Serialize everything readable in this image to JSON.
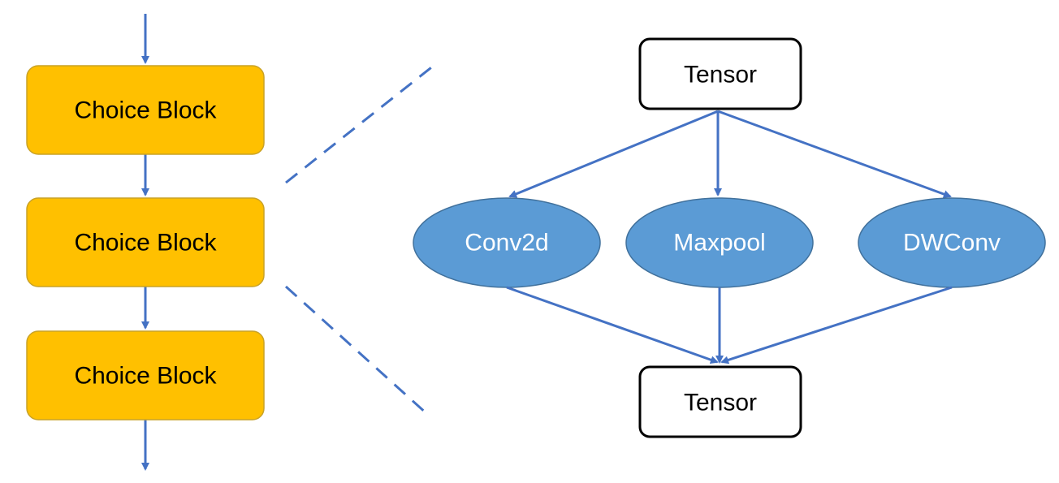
{
  "colors": {
    "choice_block_fill": "#ffc000",
    "choice_block_border": "#c9a227",
    "operation_fill": "#5b9bd5",
    "operation_border": "#41719c",
    "tensor_border": "#000000",
    "arrow": "#4472c4"
  },
  "left_stack": {
    "blocks": [
      {
        "label": "Choice Block"
      },
      {
        "label": "Choice Block"
      },
      {
        "label": "Choice Block"
      }
    ]
  },
  "expansion": {
    "input_tensor": {
      "label": "Tensor"
    },
    "operations": [
      {
        "label": "Conv2d"
      },
      {
        "label": "Maxpool"
      },
      {
        "label": "DWConv"
      }
    ],
    "output_tensor": {
      "label": "Tensor"
    }
  }
}
